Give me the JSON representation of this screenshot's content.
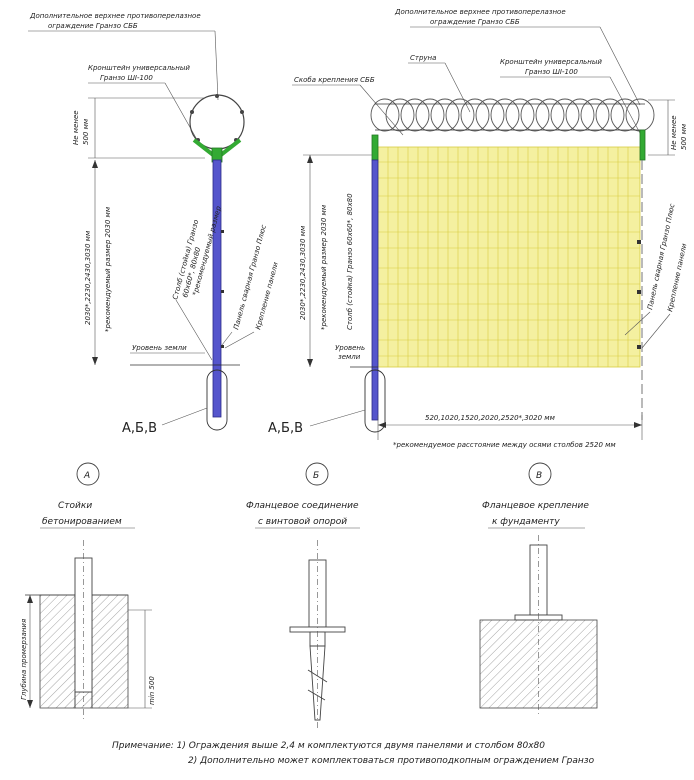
{
  "left_view": {
    "top_label": [
      "Дополнительное верхнее противоперелазное",
      "ограждение Гранзо СББ"
    ],
    "bracket_label": [
      "Кронштейн универсальный",
      "Гранзо ШI-100"
    ],
    "dim_min": [
      "Не менее",
      "500 мм"
    ],
    "dim_height": "2030*,2230,2430,3030 мм",
    "dim_recommended": "*рекомендуемый размер 2030 мм",
    "post_label": [
      "Столб (стойка) Гранзо",
      "60х60*, 80х80"
    ],
    "post_recommended": "*рекомендуемый размер",
    "panel_label": "Панель сварная Гранзо Плюс",
    "fixing_label": "Крепление панели",
    "ground_label": "Уровень земли",
    "variants": "А,Б,В"
  },
  "right_view": {
    "top_label": [
      "Дополнительное верхнее противоперелазное",
      "ограждение Гранзо СББ"
    ],
    "clip_label": "Скоба крепления СББ",
    "string_label": "Струна",
    "bracket_label": [
      "Кронштейн универсальный",
      "Гранзо ШI-100"
    ],
    "dim_min": [
      "Не менее",
      "500 мм"
    ],
    "dim_height": "2030*,2230,2430,3030 мм",
    "dim_recommended": "*рекомендуемый размер 2030 мм",
    "post_label": "Столб (стойка) Гранзо 60х60*, 80х80",
    "ground_label": [
      "Уровень",
      "земли"
    ],
    "panel_label": "Панель сварная Гранзо Плюс",
    "fixing_label": "Крепление панели",
    "variants": "А,Б,В",
    "span_label": "520,1020,1520,2020,2520*,3020 мм",
    "span_recommended": "*рекомендуемое расстояние между осями столбов 2520 мм"
  },
  "detail_a": {
    "letter": "А",
    "title": [
      "Стойки",
      "бетонированием"
    ],
    "depth_label": "Глубина промерзания",
    "min_label": "min 500"
  },
  "detail_b": {
    "letter": "Б",
    "title": [
      "Фланцевое соединение",
      "с винтовой опорой"
    ]
  },
  "detail_c": {
    "letter": "В",
    "title": [
      "Фланцевое крепление",
      "к фундаменту"
    ]
  },
  "notes": [
    "Примечание: 1) Ограждения выше 2,4 м комплектуются двумя панелями и столбом 80х80",
    "2) Дополнительно может комплектоваться противоподкопным ограждением Гранзо"
  ],
  "colors": {
    "post": "#5555cc",
    "bracket": "#33aa33",
    "panel": "#f4f0a0",
    "panel_line": "#d8cc40"
  }
}
